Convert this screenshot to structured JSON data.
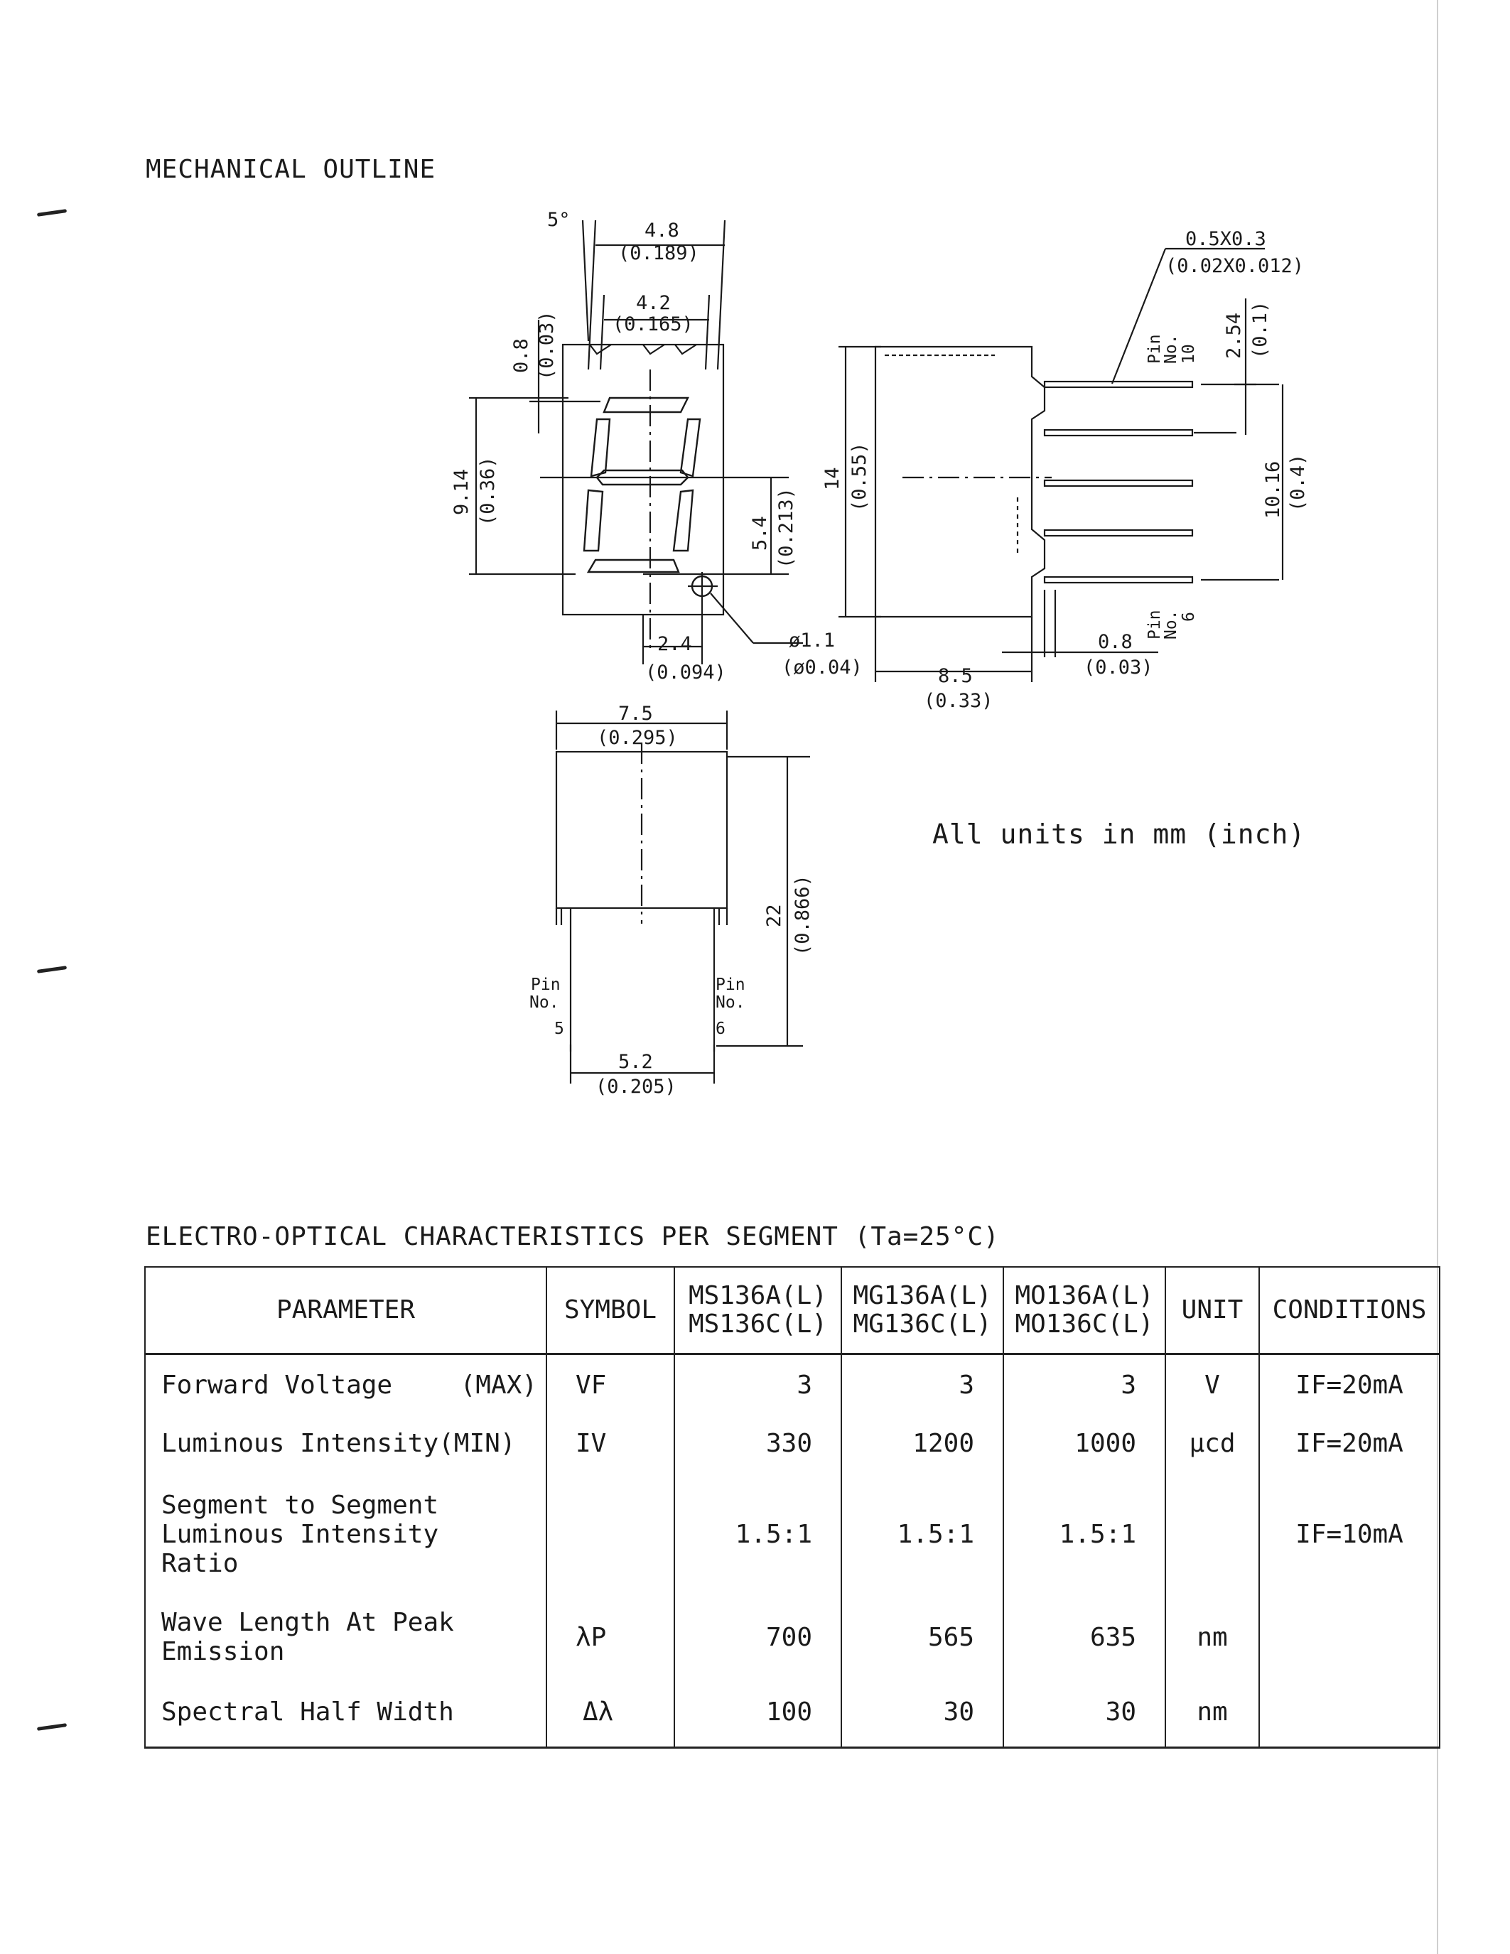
{
  "headings": {
    "mechanical": "MECHANICAL OUTLINE",
    "electro_optical": "ELECTRO-OPTICAL CHARACTERISTICS PER SEGMENT (Ta=25°C)"
  },
  "drawing_labels": {
    "angle": "5°",
    "w_outer": "4.8",
    "w_outer_in": "(0.189)",
    "w_inner": "4.2",
    "w_inner_in": "(0.165)",
    "top_gap": "0.8",
    "top_gap_in": "(0.03)",
    "digit_h": "9.14",
    "digit_h_in": "(0.36)",
    "half_h": "5.4",
    "half_h_in": "(0.213)",
    "dp_offset": "2.4",
    "dp_offset_in": "(0.094)",
    "dp_dia": "ø1.1",
    "dp_dia_in": "(ø0.04)",
    "pin_size": "0.5X0.3",
    "pin_size_in": "(0.02X0.012)",
    "pin_pitch": "2.54",
    "pin_pitch_in": "(0.1)",
    "pin_span": "10.16",
    "pin_span_in": "(0.4)",
    "height": "14",
    "height_in": "(0.55)",
    "depth": "8.5",
    "depth_in": "(0.33)",
    "pin_offset": "0.8",
    "pin_offset_in": "(0.03)",
    "width": "7.5",
    "width_in": "(0.295)",
    "total_len": "22",
    "total_len_in": "(0.866)",
    "row_pitch": "5.2",
    "row_pitch_in": "(0.205)",
    "pin": "Pin",
    "no": "No.",
    "pin10": "10",
    "pin6": "6",
    "pin5": "5"
  },
  "units_note": "All units in mm (inch)",
  "table": {
    "headers": {
      "parameter": "PARAMETER",
      "symbol": "SYMBOL",
      "col1_a": "MS136A(L)",
      "col1_b": "MS136C(L)",
      "col2_a": "MG136A(L)",
      "col2_b": "MG136C(L)",
      "col3_a": "MO136A(L)",
      "col3_b": "MO136C(L)",
      "unit": "UNIT",
      "conditions": "CONDITIONS"
    },
    "rows": [
      {
        "param": "Forward Voltage",
        "param_qual": "(MAX)",
        "symbol": "VF",
        "v1": "3",
        "v2": "3",
        "v3": "3",
        "unit": "V",
        "cond": "IF=20mA"
      },
      {
        "param": "Luminous Intensity(MIN)",
        "symbol": "IV",
        "v1": "330",
        "v2": "1200",
        "v3": "1000",
        "unit": "µcd",
        "cond": "IF=20mA"
      },
      {
        "param_l1": "Segment to Segment",
        "param_l2": "Luminous Intensity",
        "param_l3": "Ratio",
        "symbol": "",
        "v1": "1.5:1",
        "v2": "1.5:1",
        "v3": "1.5:1",
        "unit": "",
        "cond": "IF=10mA"
      },
      {
        "param_l1": "Wave Length At Peak",
        "param_l2": "Emission",
        "symbol": "λP",
        "v1": "700",
        "v2": "565",
        "v3": "635",
        "unit": "nm",
        "cond": ""
      },
      {
        "param": "Spectral Half Width",
        "symbol": "Δλ",
        "v1": "100",
        "v2": "30",
        "v3": "30",
        "unit": "nm",
        "cond": ""
      }
    ]
  }
}
